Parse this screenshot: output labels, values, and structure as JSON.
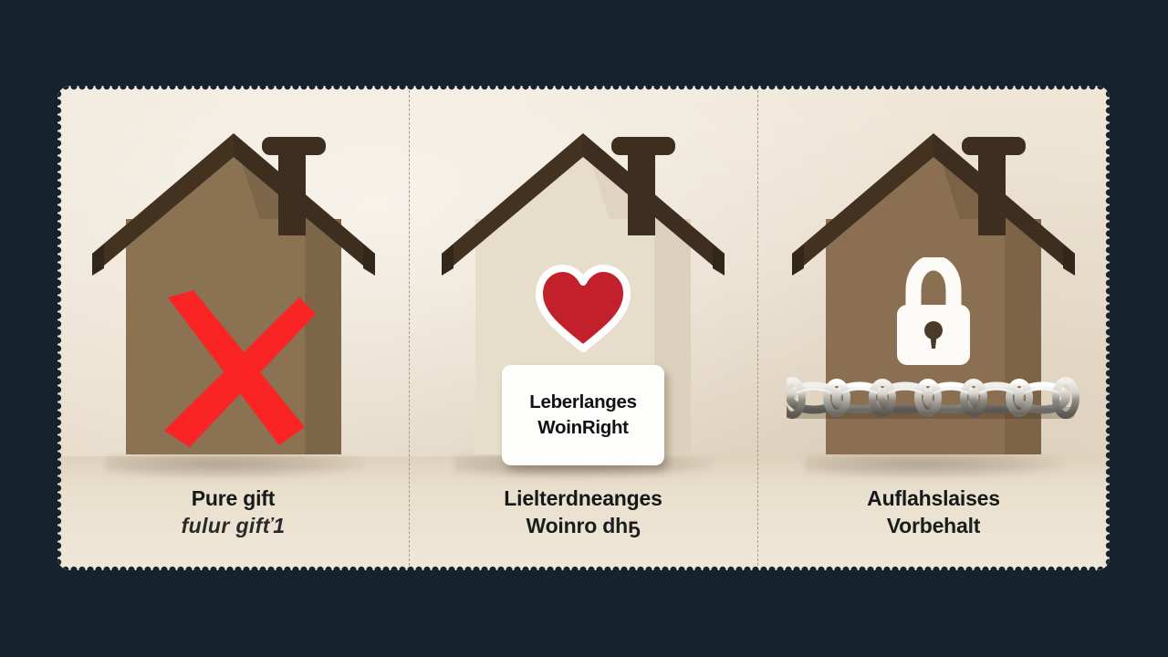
{
  "canvas": {
    "background_color": "#16232E",
    "card_color": "#ECE2D2"
  },
  "palette": {
    "roof_brown": "#3D2E20",
    "house_body_taupe": "#8B7253",
    "house_body_cream": "#E7DDCB",
    "house_body_warm_brown": "#8A6F52",
    "x_red": "#FB2424",
    "heart_red": "#C2202A",
    "sign_white": "#FDFDFB",
    "chain_silver": "#C9C6C0",
    "divider_gray": "#A79B88",
    "caption_black": "#16181A"
  },
  "panels": [
    {
      "id": "pure-gift",
      "house": {
        "body_color": "#8B7253",
        "roof_color": "#3D2E20"
      },
      "icon": "red-x-mark",
      "caption": {
        "primary": "Pure gift",
        "secondary": "fulur gifť1",
        "secondary_garbled": true
      }
    },
    {
      "id": "lifelong-living-right",
      "house": {
        "body_color": "#E7DDCB",
        "roof_color": "#3D2E20"
      },
      "icon": "red-heart",
      "sign": {
        "line1": "Leberlanges",
        "line2": "WoinRight"
      },
      "caption": {
        "primary": "Lielterdneanges",
        "secondary": "Woinro dhҕ",
        "secondary_garbled": false
      }
    },
    {
      "id": "conditional-reservation",
      "house": {
        "body_color": "#8A6F52",
        "roof_color": "#3D2E20"
      },
      "icon": "white-padlock",
      "overlay": "steel-chain",
      "caption": {
        "primary": "Auflahslaises",
        "secondary": "Vorbehalt",
        "secondary_garbled": false
      }
    }
  ]
}
